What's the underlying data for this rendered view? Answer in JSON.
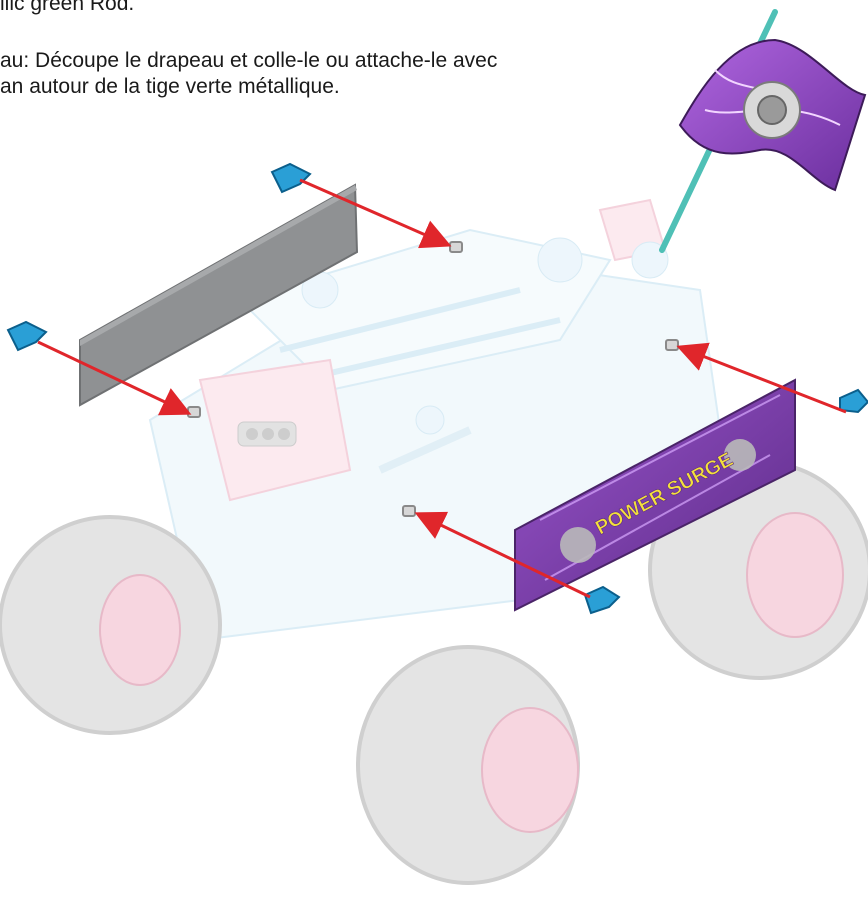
{
  "instructions": {
    "line0": "llic green Rod.",
    "line1": "au: Découpe le drapeau et colle-le ou attache-le avec",
    "line2": "an autour de la tige verte métallique."
  },
  "panel_logo": "POWER SURGE",
  "colors": {
    "arrow": "#e0262b",
    "connector": "#2a9fd6",
    "gray_panel": "#8f9193",
    "purple_panel": "#7a3ea3",
    "flag_purple": "#8f4cc4",
    "rod_green": "#4fc0b6",
    "tire": "#dcdcdc",
    "hub": "#f6c9d6",
    "frame": "#d6eef8"
  }
}
